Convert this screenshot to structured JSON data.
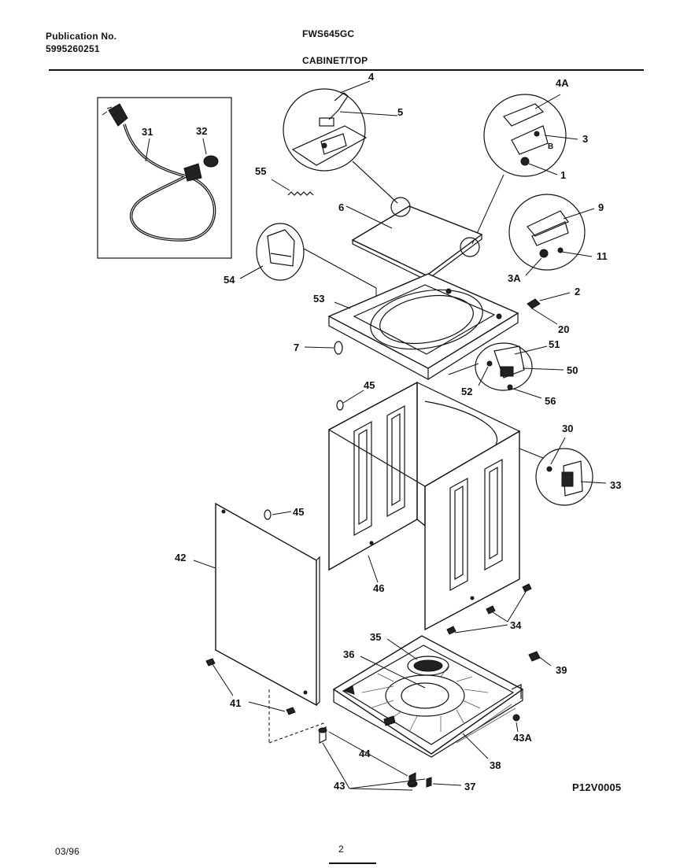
{
  "header": {
    "publication_label": "Publication No.",
    "publication_number": "5995260251",
    "model": "FWS645GC",
    "section": "CABINET/TOP"
  },
  "footer": {
    "date": "03/96",
    "page": "2",
    "figure_code": "P12V0005"
  },
  "callouts": [
    "4",
    "5",
    "4A",
    "3",
    "B",
    "1",
    "55",
    "6",
    "9",
    "11",
    "3A",
    "54",
    "53",
    "2",
    "20",
    "7",
    "51",
    "50",
    "52",
    "56",
    "45",
    "30",
    "33",
    "45",
    "42",
    "46",
    "34",
    "35",
    "36",
    "39",
    "41",
    "44",
    "43A",
    "38",
    "43",
    "37",
    "31",
    "32"
  ]
}
